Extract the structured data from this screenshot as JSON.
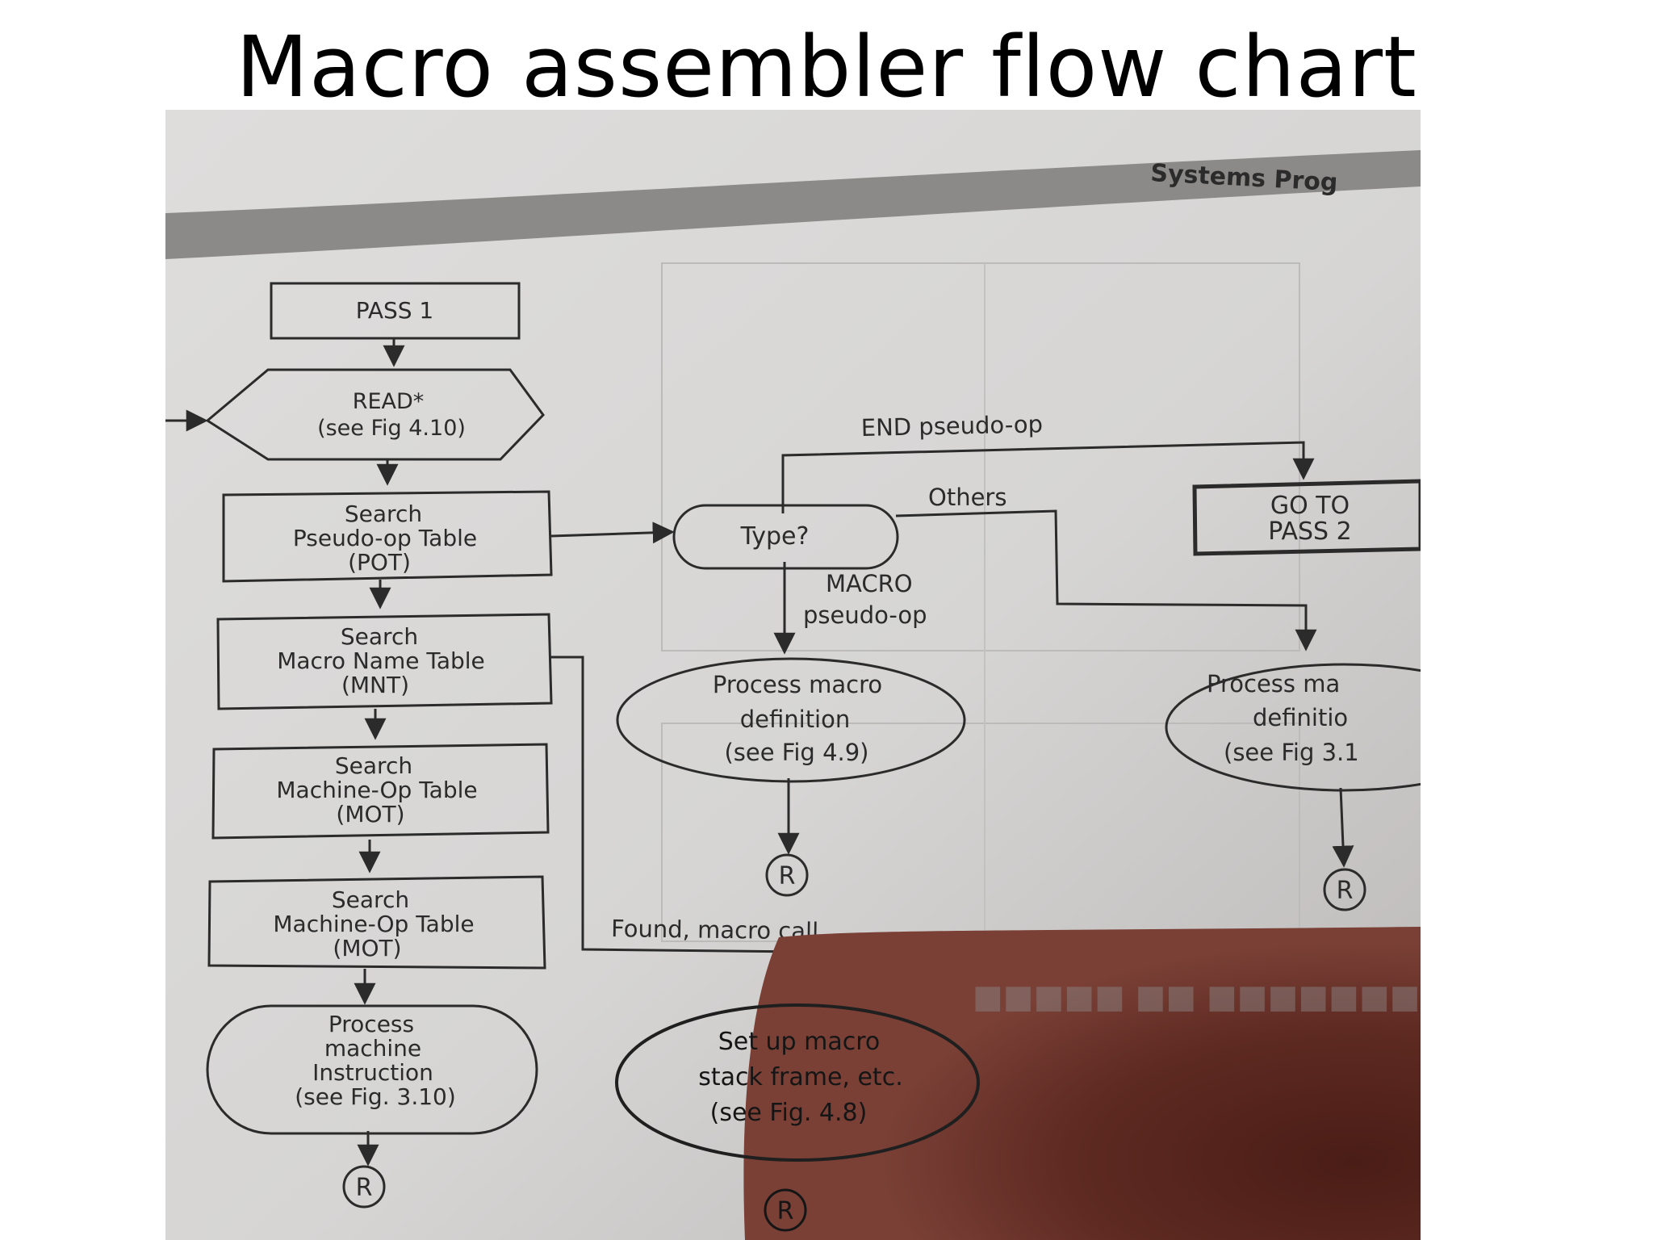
{
  "slide": {
    "title": "Macro assembler flow chart"
  },
  "page_header": {
    "text": "Systems Prog"
  },
  "flowchart": {
    "pass1": "PASS 1",
    "read": {
      "line1": "READ*",
      "line2": "(see Fig 4.10)"
    },
    "search_pot": {
      "line1": "Search",
      "line2": "Pseudo-op Table",
      "line3": "(POT)"
    },
    "search_mnt": {
      "line1": "Search",
      "line2": "Macro Name Table",
      "line3": "(MNT)"
    },
    "search_mot_1": {
      "line1": "Search",
      "line2": "Machine-Op Table",
      "line3": "(MOT)"
    },
    "search_mot_2": {
      "line1": "Search",
      "line2": "Machine-Op Table",
      "line3": "(MOT)"
    },
    "process_machine": {
      "line1": "Process",
      "line2": "machine",
      "line3": "Instruction",
      "line4": "(see Fig. 3.10)"
    },
    "type_decision": "Type?",
    "end_label": "END pseudo-op",
    "others_label": "Others",
    "macro_label": {
      "line1": "MACRO",
      "line2": "pseudo-op"
    },
    "goto_pass2": {
      "line1": "GO TO",
      "line2": "PASS 2"
    },
    "process_macro_def": {
      "line1": "Process macro",
      "line2": "definition",
      "line3": "(see Fig 4.9)"
    },
    "process_macro_def_right": {
      "line1": "Process ma",
      "line2": "definitio",
      "line3": "(see Fig 3.1"
    },
    "found_label": "Found, macro call",
    "setup_macro": {
      "line1": "Set up macro",
      "line2": "stack frame, etc.",
      "line3": "(see Fig. 4.8)"
    },
    "return_connector": "R"
  }
}
